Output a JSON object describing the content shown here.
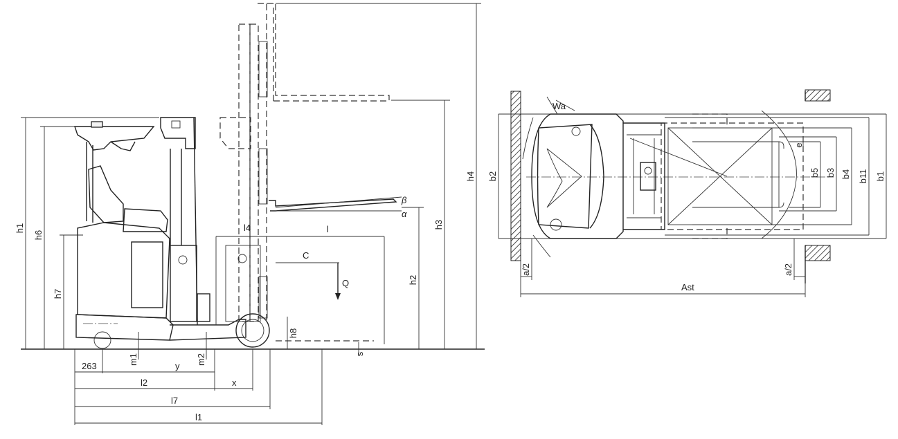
{
  "side_view": {
    "labels": {
      "h1": "h1",
      "h6": "h6",
      "h7": "h7",
      "h8": "h8",
      "h2": "h2",
      "h3": "h3",
      "h4": "h4",
      "l": "l",
      "l4": "l4",
      "c": "C",
      "q": "Q",
      "s": "s",
      "beta": "β",
      "alpha": "α",
      "m1": "m1",
      "m2": "m2",
      "dim_263": "263",
      "y": "y",
      "x": "x",
      "l2": "l2",
      "l7": "l7",
      "l1": "l1"
    }
  },
  "top_view": {
    "labels": {
      "wa": "Wa",
      "b2": "b2",
      "b5": "b5",
      "b3": "b3",
      "b4": "b4",
      "b11": "b11",
      "b1": "b1",
      "e": "e",
      "a_left": "a/2",
      "a_right": "a/2",
      "ast": "Ast"
    }
  }
}
